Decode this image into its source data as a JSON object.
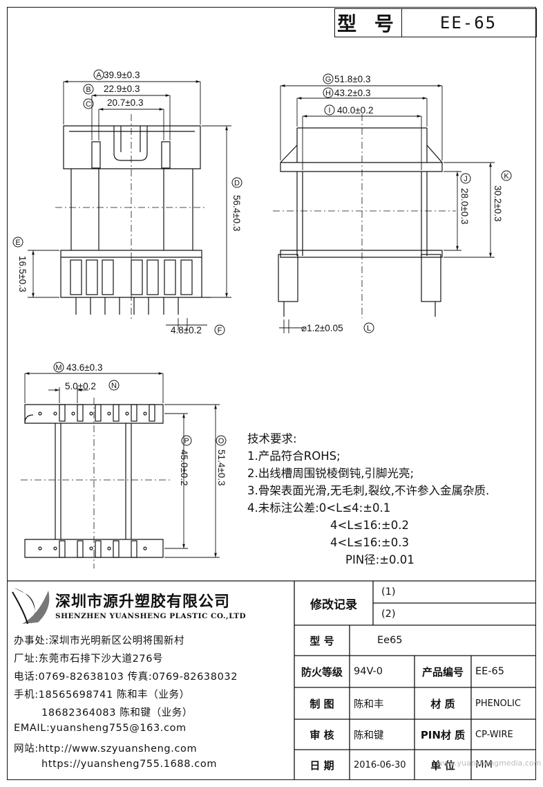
{
  "header": {
    "label": "型 号",
    "model": "EE-65"
  },
  "dimensions": {
    "A": "39.9±0.3",
    "B": "22.9±0.3",
    "C": "20.7±0.3",
    "D": "56.4±0.3",
    "E": "16.5±0.3",
    "F": "4.8±0.2",
    "G": "51.8±0.3",
    "H": "43.2±0.3",
    "I": "40.0±0.2",
    "J": "28.0±0.3",
    "K": "30.2±0.3",
    "L": "⌀1.2±0.05",
    "M": "43.6±0.3",
    "N": "5.0±0.2",
    "P": "45.0±0.2",
    "O": "51.4±0.3"
  },
  "circle_letters": [
    "A",
    "B",
    "C",
    "D",
    "E",
    "F",
    "G",
    "H",
    "I",
    "J",
    "K",
    "L",
    "M",
    "N",
    "P",
    "O"
  ],
  "requirements": {
    "title": "技术要求:",
    "items": [
      "1.产品符合ROHS;",
      "2.出线槽周围锐棱倒钝,引脚光亮;",
      "3.骨架表面光滑,无毛刺,裂纹,不许参入金属杂质.",
      "4.未标注公差:0<L≤4:±0.1",
      "4<L≤16:±0.2",
      "4<L≤16:±0.3",
      "PIN径:±0.01"
    ]
  },
  "company": {
    "name_cn": "深圳市源升塑胶有限公司",
    "name_en": "SHENZHEN YUANSHENG PLASTIC CO.,LTD",
    "office": "办事处:深圳市光明新区公明将围新村",
    "factory": "厂址:东莞市石排下沙大道276号",
    "phone": "电话:0769-82638103 传真:0769-82638032",
    "mobile1": "手机:18565698741 陈和丰（业务）",
    "mobile2": "18682364083 陈和键（业务）",
    "email": "EMAIL:yuansheng755@163.com",
    "web1": "网站:http://www.szyuansheng.com",
    "web2": "https://yuansheng755.1688.com"
  },
  "revision": {
    "label": "修改记录",
    "rows": [
      "(1)",
      "(2)"
    ]
  },
  "title_block": {
    "model_label": "型 号",
    "model_value": "Ee65",
    "fire_label": "防火等级",
    "fire_value": "94V-0",
    "product_no_label": "产品编号",
    "product_no_value": "EE-65",
    "drawn_label": "制 图",
    "drawn_value": "陈和丰",
    "material_label": "材 质",
    "material_value": "PHENOLIC",
    "checked_label": "审 核",
    "checked_value": "陈和键",
    "pin_material_label": "PIN材 质",
    "pin_material_value": "CP-WIRE",
    "date_label": "日 期",
    "date_value": "2016-06-30",
    "unit_label": "单 位",
    "unit_value": "MM"
  },
  "watermark": "www.yuanshengmedia.com"
}
